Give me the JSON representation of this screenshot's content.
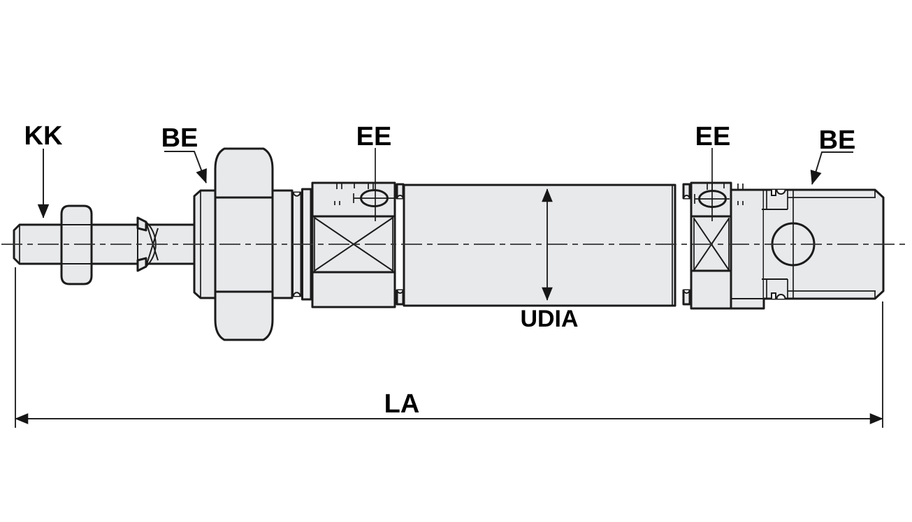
{
  "drawing": {
    "labels": {
      "kk": "KK",
      "be_front": "BE",
      "ee_front": "EE",
      "ee_rear": "EE",
      "be_rear": "BE",
      "udia": "UDIA",
      "la": "LA"
    },
    "colors": {
      "part_fill": "#e8e9eb",
      "outline": "#1b1b1b",
      "centerline": "#333333",
      "dimension_line": "#222222",
      "background": "#ffffff"
    }
  }
}
